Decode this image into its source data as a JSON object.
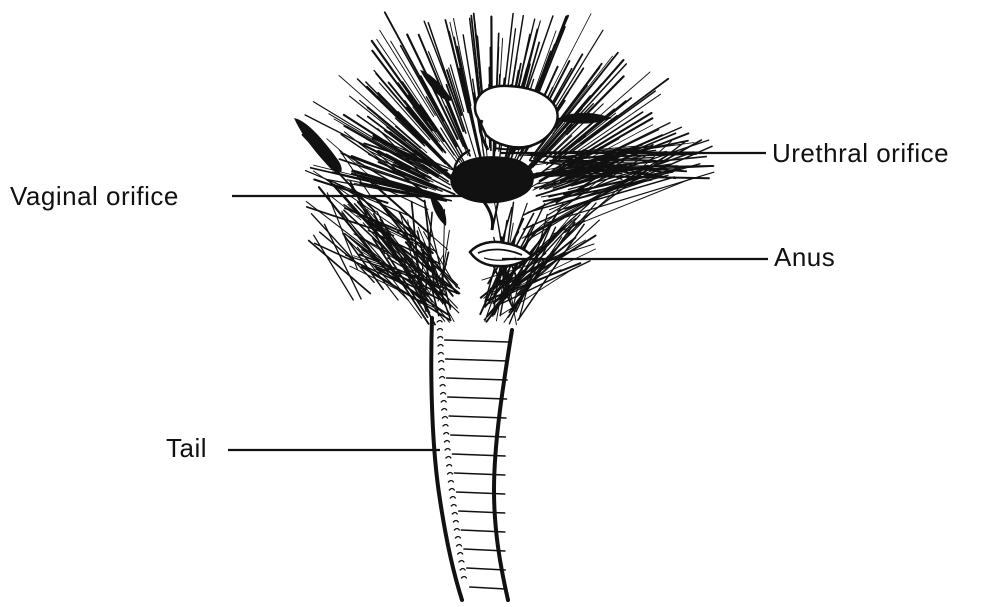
{
  "labels": {
    "urethral": "Urethral orifice",
    "vaginal": "Vaginal orifice",
    "anus": "Anus",
    "tail": "Tail"
  },
  "colors": {
    "ink": "#111111",
    "background": "#ffffff"
  }
}
